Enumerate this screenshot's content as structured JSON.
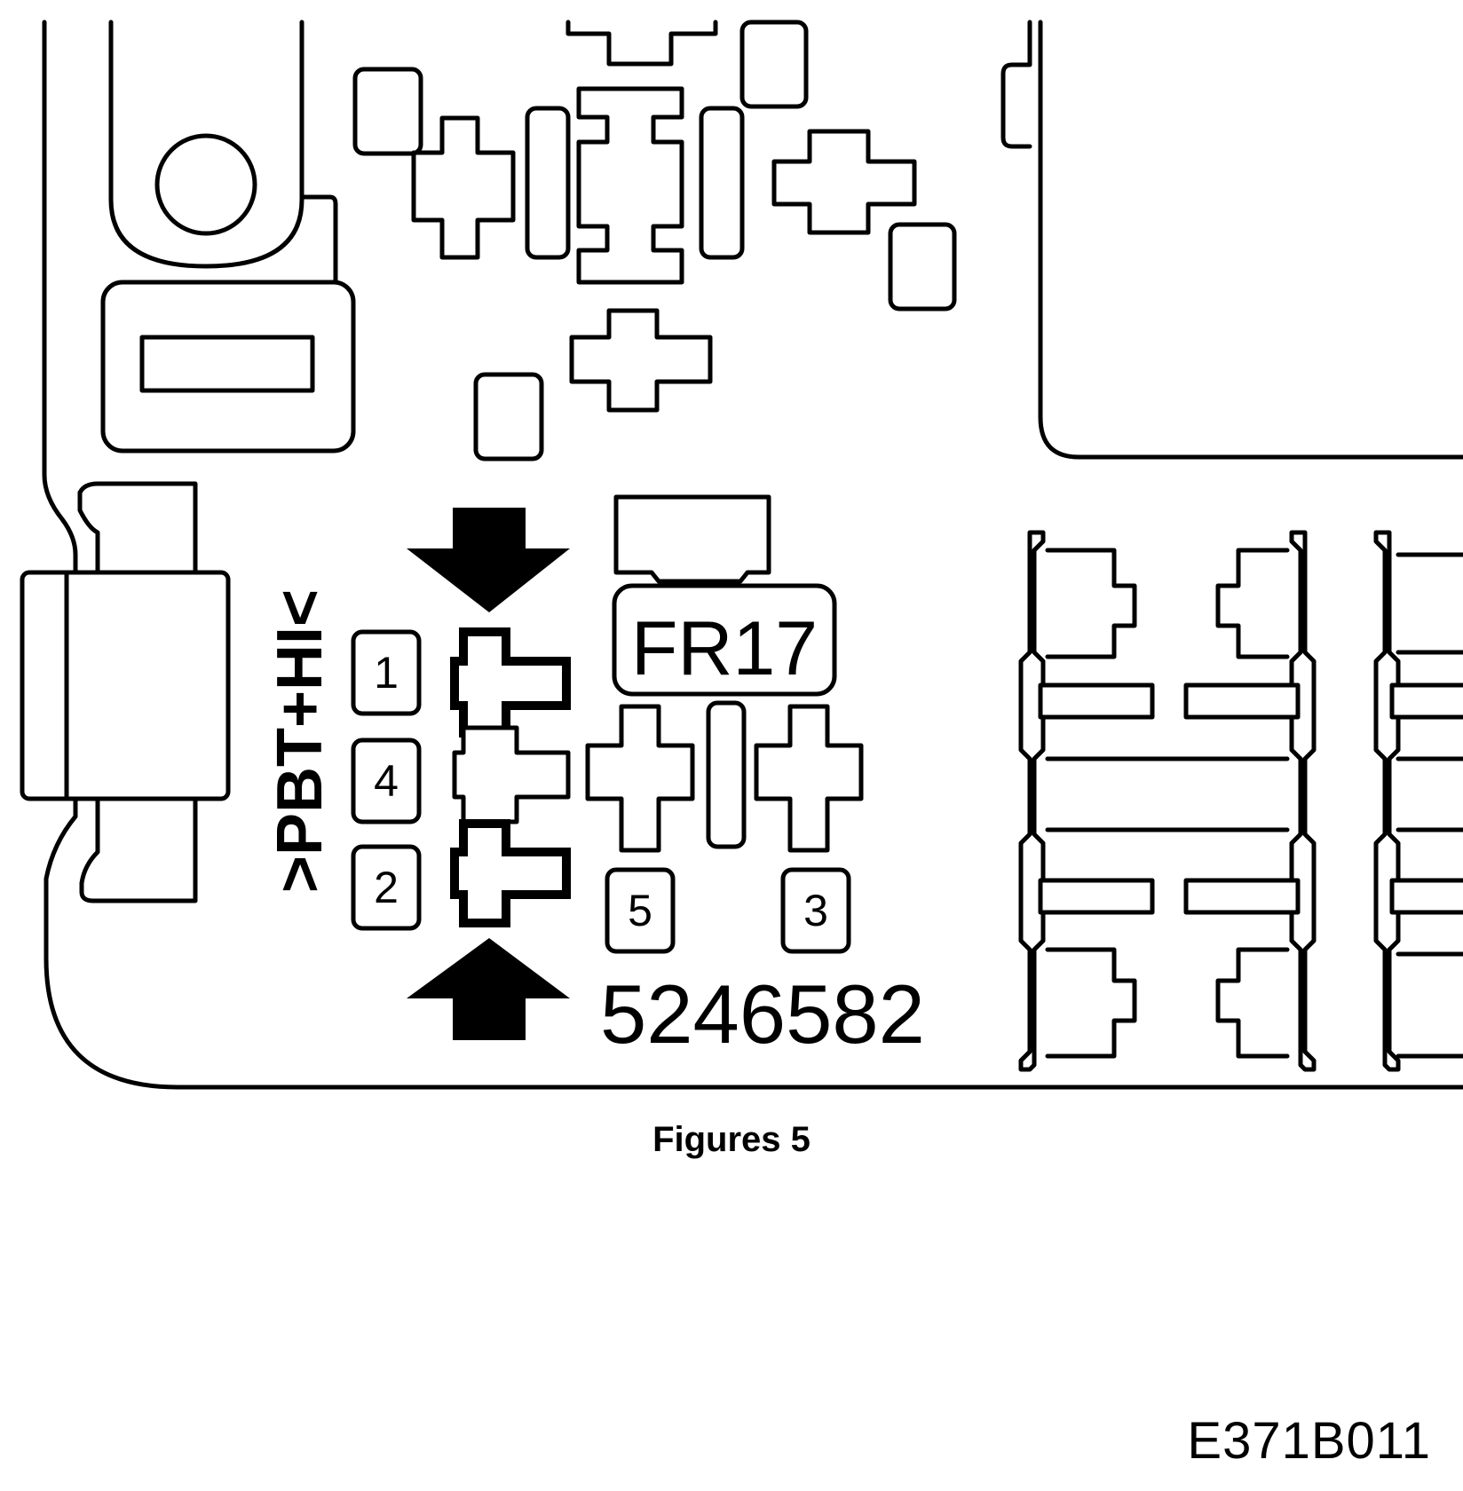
{
  "diagram": {
    "material_mark": ">PBT+HI<",
    "terminals": [
      {
        "label": "1"
      },
      {
        "label": "4"
      },
      {
        "label": "2"
      },
      {
        "label": "5"
      },
      {
        "label": "3"
      }
    ],
    "relay_label": "FR17",
    "part_number": "5246582"
  },
  "caption": "Figures 5",
  "figure_code": "E371B011"
}
